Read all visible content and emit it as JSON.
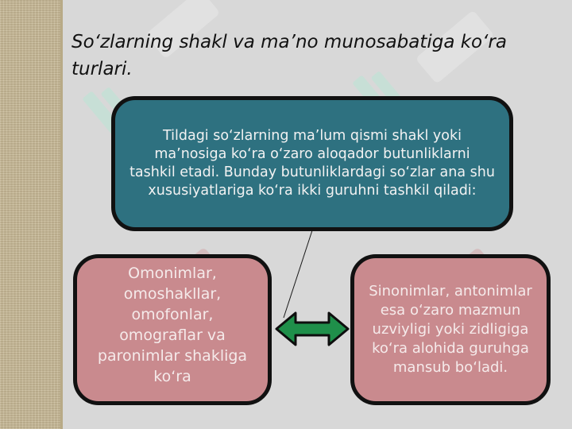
{
  "slide": {
    "title": "So‘zlarning shakl va ma’no munosabatiga ko‘ra turlari."
  },
  "boxes": {
    "top_text": "Tildagi so‘zlarning ma’lum qismi shakl yoki ma’nosiga ko‘ra o‘zaro  aloqador butunliklarni tashkil etadi. Bunday  butunliklardagi so‘zlar ana shu xususiyatlariga ko‘ra ikki guruhni tashkil qiladi:",
    "left_text": "Omonimlar, omoshakllar, omofonlar, omograflar va paronimlar shakliga ko‘ra",
    "right_text": "Sinonimlar, antonimlar esa o‘zaro mazmun uzviyligi yoki zidligiga ko‘ra alohida guruhga mansub bo‘ladi."
  },
  "colors": {
    "top_box": "#2e7180",
    "side_boxes": "#c98a8e",
    "arrow": "#1f8f4a",
    "strip": "#c9bb98"
  },
  "watermark": {
    "icon": "soft-logo-icon"
  }
}
